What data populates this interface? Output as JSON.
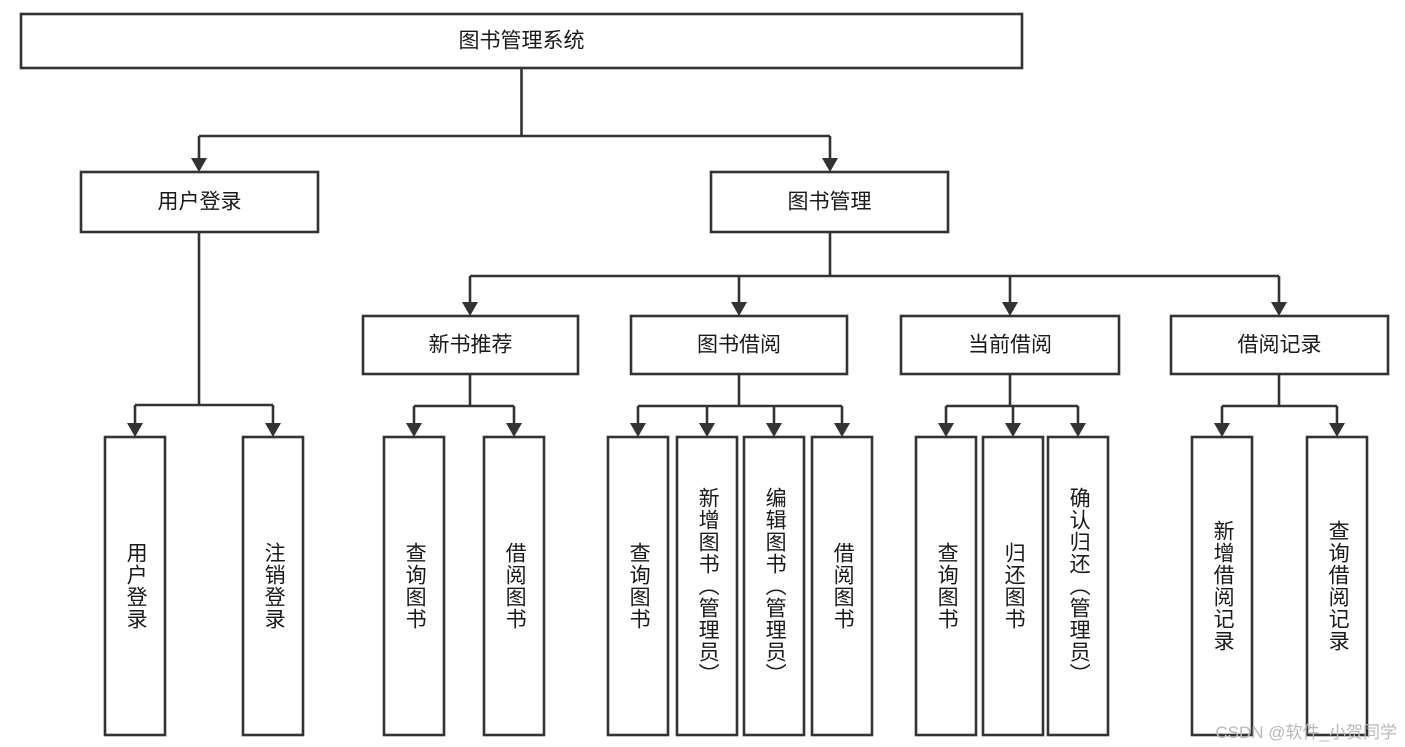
{
  "diagram": {
    "type": "tree-hierarchy-diagram",
    "title": "图书管理系统",
    "orientation": "top-down",
    "colors": {
      "box_fill": "#ffffff",
      "box_stroke": "#333333",
      "text": "#1a1a1a",
      "background": "#ffffff",
      "watermark": "#b9b9b9"
    },
    "root": {
      "label": "图书管理系统",
      "children": [
        {
          "label": "用户登录",
          "children": [
            {
              "label": "用户登录"
            },
            {
              "label": "注销登录"
            }
          ]
        },
        {
          "label": "图书管理",
          "children": [
            {
              "label": "新书推荐",
              "children": [
                {
                  "label": "查询图书"
                },
                {
                  "label": "借阅图书"
                }
              ]
            },
            {
              "label": "图书借阅",
              "children": [
                {
                  "label": "查询图书"
                },
                {
                  "label": "新增图书（管理员）"
                },
                {
                  "label": "编辑图书（管理员）"
                },
                {
                  "label": "借阅图书"
                }
              ]
            },
            {
              "label": "当前借阅",
              "children": [
                {
                  "label": "查询图书"
                },
                {
                  "label": "归还图书"
                },
                {
                  "label": "确认归还（管理员）"
                }
              ]
            },
            {
              "label": "借阅记录",
              "children": [
                {
                  "label": "新增借阅记录"
                },
                {
                  "label": "查询借阅记录"
                }
              ]
            }
          ]
        }
      ]
    },
    "nodes": {
      "root": "图书管理系统",
      "l2_user_login": "用户登录",
      "l2_book_mgmt": "图书管理",
      "l3_new_book_rec": "新书推荐",
      "l3_book_borrow": "图书借阅",
      "l3_current_borrow": "当前借阅",
      "l3_borrow_record": "借阅记录",
      "leaf_user_login": "用户登录",
      "leaf_logout": "注销登录",
      "leaf_rec_query": "查询图书",
      "leaf_rec_borrow": "借阅图书",
      "leaf_borrow_query": "查询图书",
      "leaf_borrow_add": "新增图书（管理员）",
      "leaf_borrow_edit": "编辑图书（管理员）",
      "leaf_borrow_do": "借阅图书",
      "leaf_cur_query": "查询图书",
      "leaf_cur_return": "归还图书",
      "leaf_cur_confirm": "确认归还（管理员）",
      "leaf_rec_add": "新增借阅记录",
      "leaf_rec_search": "查询借阅记录"
    }
  },
  "watermark": {
    "text": "CSDN @软件_小贺同学"
  }
}
